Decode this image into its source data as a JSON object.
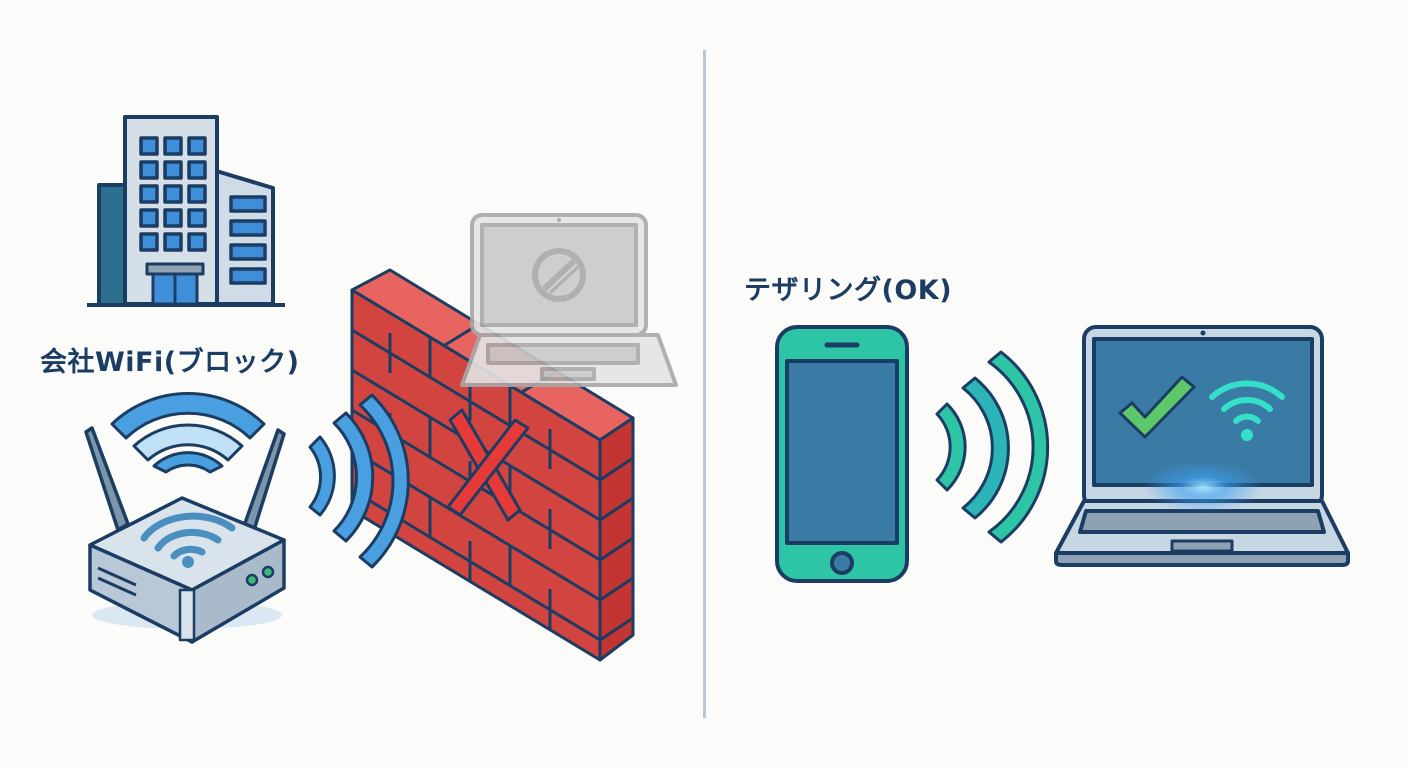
{
  "left_panel": {
    "label": "会社WiFi(ブロック)",
    "icons": [
      "office-building-icon",
      "wifi-router-icon",
      "wifi-signal-icon",
      "firewall-brick-wall-icon",
      "blocked-x-icon",
      "blocked-laptop-icon",
      "prohibited-icon"
    ],
    "status": "blocked"
  },
  "right_panel": {
    "label": "テザリング(OK)",
    "icons": [
      "smartphone-icon",
      "wifi-signal-icon",
      "laptop-icon",
      "checkmark-icon",
      "wifi-icon"
    ],
    "status": "ok"
  },
  "colors": {
    "outline": "#1c3d63",
    "text": "#1c3d63",
    "wifi_blue": "#4a9fe0",
    "firewall_red": "#d9403e",
    "blocked_gray": "#c8c8c8",
    "teal": "#2ec4a6",
    "screen_blue": "#3a7ba6",
    "check_green": "#5cc86a",
    "divider": "#b4c8da",
    "background": "#fbfbfa"
  }
}
